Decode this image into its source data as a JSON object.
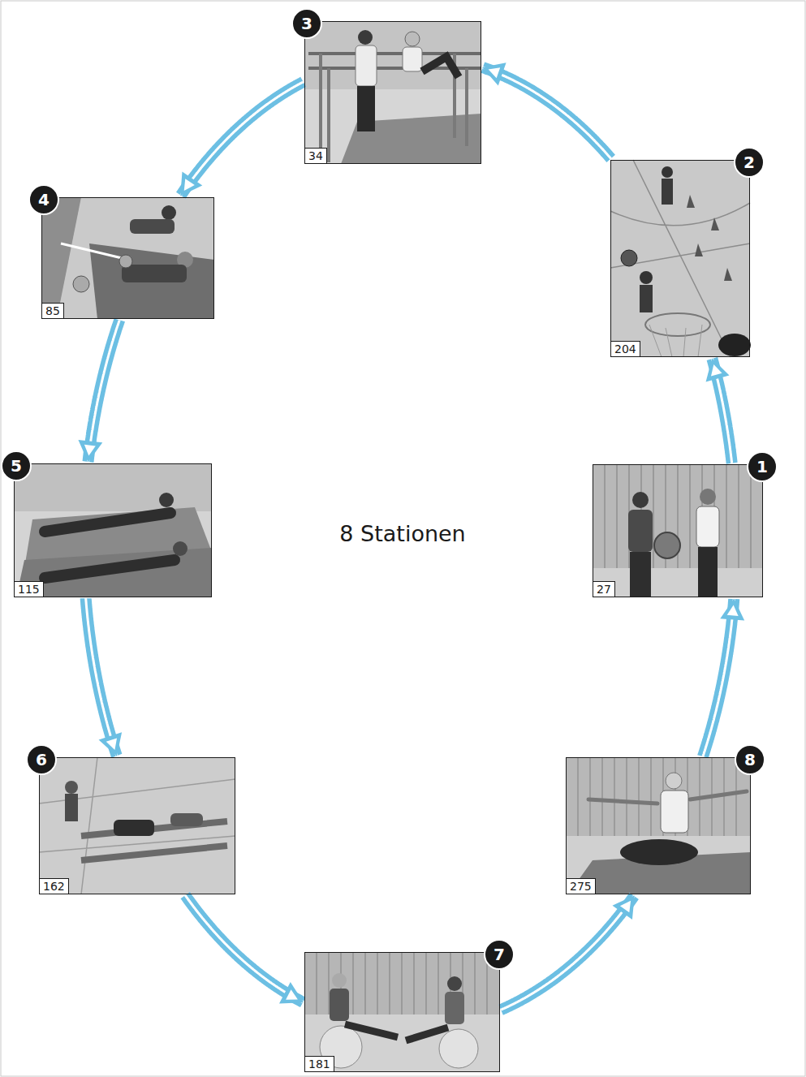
{
  "diagram": {
    "nodes": [
      {
        "text": [
          "1",
          "27"
        ]
      },
      {
        "text": [
          "2",
          "204"
        ]
      },
      {
        "text": [
          "3",
          "34"
        ]
      },
      {
        "text": [
          "4",
          "85"
        ]
      },
      {
        "text": [
          "5",
          "115"
        ]
      },
      {
        "text": [
          "6",
          "162"
        ]
      },
      {
        "text": [
          "7",
          "181"
        ]
      },
      {
        "text": [
          "8",
          "275"
        ]
      }
    ],
    "edges": [
      {
        "from": 0,
        "to": 1,
        "arrow": "to"
      },
      {
        "from": 1,
        "to": 2,
        "arrow": "to"
      },
      {
        "from": 2,
        "to": 3,
        "arrow": "to"
      },
      {
        "from": 3,
        "to": 4,
        "arrow": "to"
      },
      {
        "from": 4,
        "to": 5,
        "arrow": "to"
      },
      {
        "from": 5,
        "to": 6,
        "arrow": "to"
      },
      {
        "from": 6,
        "to": 7,
        "arrow": "to"
      },
      {
        "from": 7,
        "to": 0,
        "arrow": "to"
      }
    ],
    "labels": [
      "8 Stationen"
    ]
  }
}
